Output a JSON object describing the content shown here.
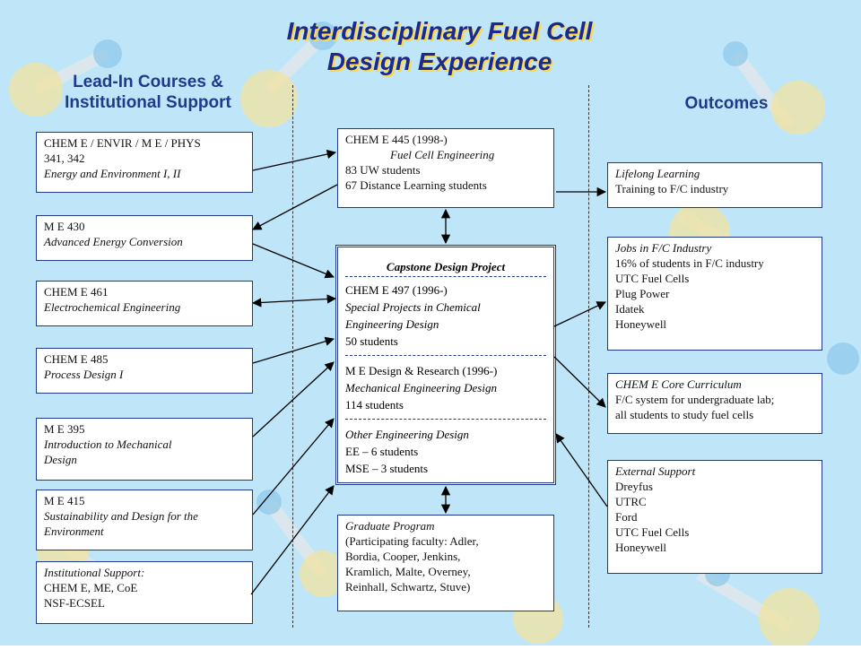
{
  "title": {
    "line1": "Interdisciplinary Fuel Cell",
    "line2": "Design Experience"
  },
  "headers": {
    "left_line1": "Lead-In Courses &",
    "left_line2": "Institutional Support",
    "right": "Outcomes"
  },
  "lead_in": [
    {
      "line1": "CHEM E / ENVIR / M E / PHYS",
      "line2": "341, 342",
      "line3": "Energy and Environment I, II"
    },
    {
      "line1": "M E 430",
      "line2": "Advanced Energy Conversion"
    },
    {
      "line1": "CHEM E 461",
      "line2": "Electrochemical Engineering"
    },
    {
      "line1": "CHEM E 485",
      "line2": "Process Design I"
    },
    {
      "line1": "M E 395",
      "line2": "Introduction to Mechanical",
      "line3": "Design"
    },
    {
      "line1": "M E 415",
      "line2": "Sustainability and Design for the",
      "line3": "Environment"
    },
    {
      "line1": "Institutional Support:",
      "line2": "CHEM E, ME, CoE",
      "line3": "NSF-ECSEL"
    }
  ],
  "center": {
    "course445": {
      "line1": "CHEM E 445 (1998-)",
      "line2": "Fuel Cell Engineering",
      "line3": "83 UW students",
      "line4": "67 Distance Learning students"
    },
    "capstone": {
      "title": "Capstone Design Project",
      "s1": {
        "line1": "CHEM E 497 (1996-)",
        "line2": "Special Projects in Chemical",
        "line3": "Engineering Design",
        "line4": "50 students"
      },
      "s2": {
        "line1": "M E Design & Research (1996-)",
        "line2": "Mechanical Engineering Design",
        "line3": "114 students"
      },
      "s3": {
        "line1": "Other Engineering Design",
        "line2": "EE – 6 students",
        "line3": "MSE – 3 students"
      }
    },
    "graduate": {
      "line1": "Graduate Program",
      "line2": "(Participating faculty: Adler,",
      "line3": "Bordia, Cooper, Jenkins,",
      "line4": "Kramlich, Malte, Overney,",
      "line5": "Reinhall, Schwartz, Stuve)"
    }
  },
  "outcomes": [
    {
      "line1": "Lifelong Learning",
      "line2": "Training to F/C industry"
    },
    {
      "line1": "Jobs in F/C Industry",
      "line2": "16% of students in F/C industry",
      "line3": "UTC Fuel Cells",
      "line4": "Plug Power",
      "line5": "Idatek",
      "line6": "Honeywell"
    },
    {
      "line1": "CHEM E Core Curriculum",
      "line2": "F/C system for undergraduate lab;",
      "line3": "all students to study fuel cells"
    },
    {
      "line1": "External Support",
      "line2": "Dreyfus",
      "line3": "UTRC",
      "line4": "Ford",
      "line5": "UTC Fuel Cells",
      "line6": "Honeywell"
    }
  ],
  "colors": {
    "background": "#bfe6f8",
    "title": "#1b2a8c",
    "title_shadow": "#ffd84a",
    "border": "#1f3a8a"
  }
}
